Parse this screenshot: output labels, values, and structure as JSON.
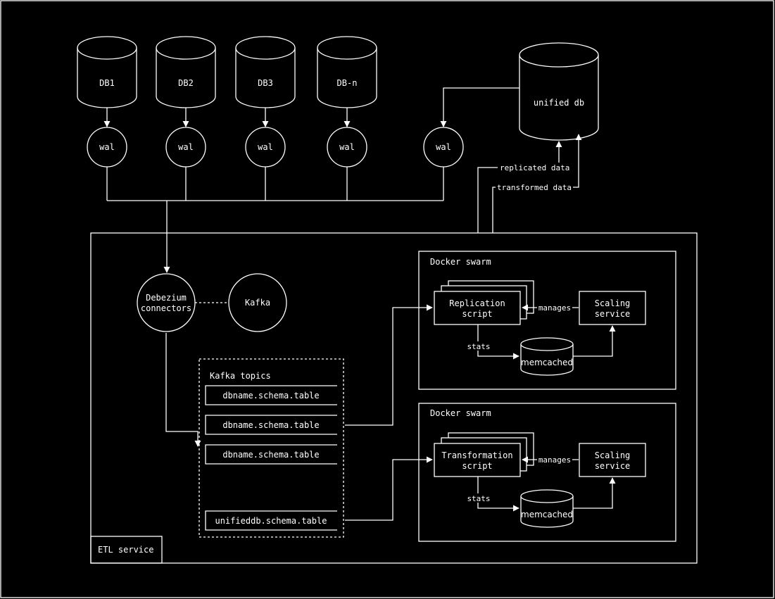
{
  "colors": {
    "background": "#000000",
    "foreground": "#ffffff"
  },
  "databases": {
    "db1": "DB1",
    "db2": "DB2",
    "db3": "DB3",
    "dbn": "DB-n",
    "unified": "unified db"
  },
  "wal": {
    "label": "wal"
  },
  "etl": {
    "label": "ETL service",
    "debezium_line1": "Debezium",
    "debezium_line2": "connectors",
    "kafka": "Kafka",
    "topics_title": "Kafka topics",
    "topics": [
      "dbname.schema.table",
      "dbname.schema.table",
      "dbname.schema.table",
      "unifieddb.schema.table"
    ]
  },
  "swarm_replication": {
    "title": "Docker swarm",
    "script_line1": "Replication",
    "script_line2": "script",
    "scaling_line1": "Scaling",
    "scaling_line2": "service",
    "manages": "manages",
    "stats": "stats",
    "cache": "memcached"
  },
  "swarm_transformation": {
    "title": "Docker swarm",
    "script_line1": "Transformation",
    "script_line2": "script",
    "scaling_line1": "Scaling",
    "scaling_line2": "service",
    "manages": "manages",
    "stats": "stats",
    "cache": "memcached"
  },
  "edges": {
    "replicated": "replicated data",
    "transformed": "transformed data"
  }
}
